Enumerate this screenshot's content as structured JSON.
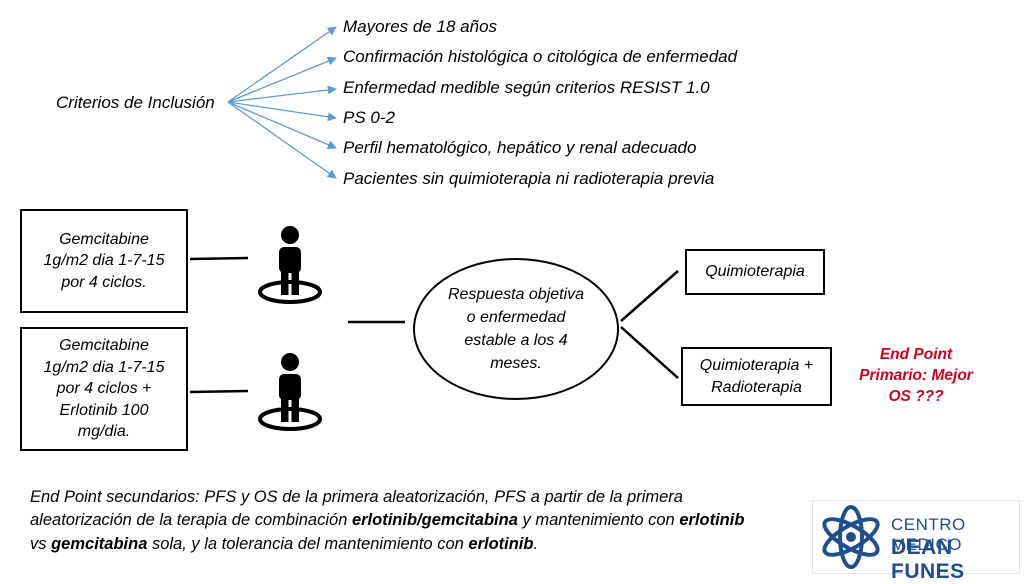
{
  "criteria": {
    "root": "Criterios de Inclusión",
    "items": [
      "Mayores de 18 años",
      "Confirmación histológica o citológica de enfermedad",
      "Enfermedad medible según criterios RESIST 1.0",
      "PS 0-2",
      "Perfil hematológico, hepático y renal adecuado",
      "Pacientes sin quimioterapia ni radioterapia previa"
    ]
  },
  "arms": {
    "arm1": [
      "Gemcitabine",
      "1g/m2 dia 1-7-15",
      "por 4 ciclos."
    ],
    "arm2": [
      "Gemcitabine",
      "1g/m2 dia 1-7-15",
      "por 4 ciclos +",
      "Erlotinib 100",
      "mg/dia."
    ]
  },
  "response": [
    "Respuesta objetiva",
    "o enfermedad",
    "estable a los 4",
    "meses."
  ],
  "outcomes": {
    "chemo": "Quimioterapia",
    "chemo_radio": [
      "Quimioterapia +",
      "Radioterapia"
    ]
  },
  "end_point_primary": [
    "End Point",
    "Primario: Mejor",
    "OS ???"
  ],
  "footer": {
    "p1": "End Point secundarios: PFS y OS de la primera aleatorización, PFS a partir de la primera aleatorización de la terapia de combinación ",
    "b1": "erlotinib/gemcitabina",
    "p2": " y mantenimiento con ",
    "b2": "erlotinib",
    "p3": " vs ",
    "b3": "gemcitabina",
    "p4": " sola, y la tolerancia del mantenimiento con ",
    "b4": "erlotinib",
    "p5": "."
  },
  "logo": {
    "line1": "CENTRO MEDICO",
    "line2": "DEAN FUNES"
  },
  "colors": {
    "arrow": "#5b9bd5",
    "endpoint": "#d0021b",
    "logo": "#1f4e8c"
  },
  "icons": [
    "person-icon",
    "person-icon"
  ]
}
